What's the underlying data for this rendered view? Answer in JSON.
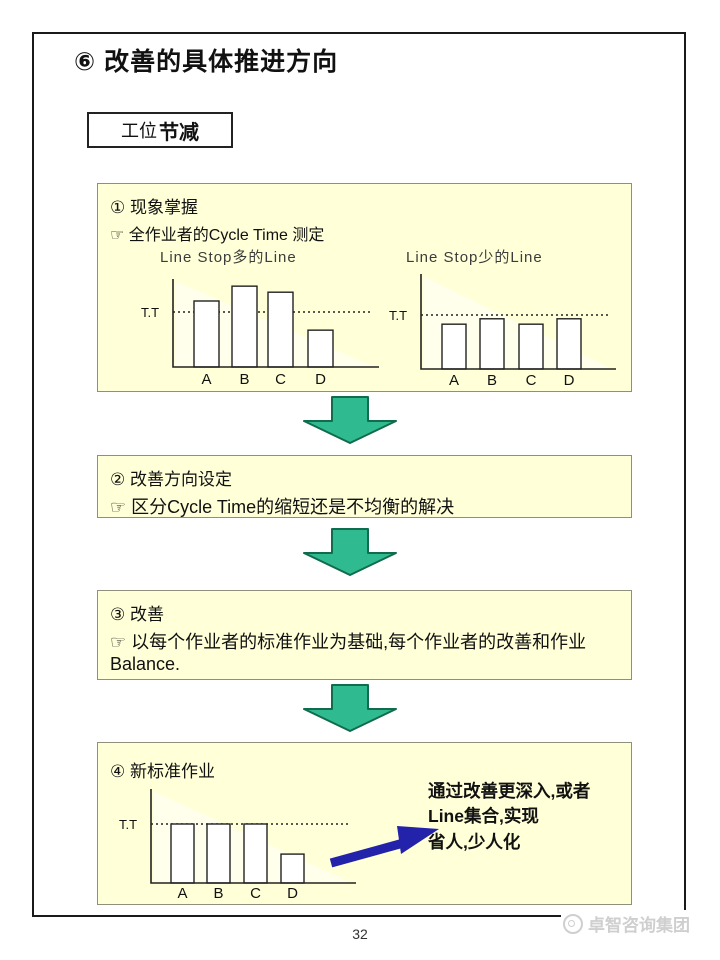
{
  "page": {
    "title": "⑥ 改善的具体推进方向",
    "page_number": "32",
    "watermark_text": "卓智咨询集团",
    "tag": {
      "regular": "工位",
      "bold": "节减"
    }
  },
  "steps": {
    "step1": {
      "heading": "① 现象掌握",
      "pointer": "☞ 全作业者的Cycle Time 测定"
    },
    "step2": {
      "heading": "② 改善方向设定",
      "pointer": "☞ 区分Cycle Time的缩短还是不均衡的解决"
    },
    "step3": {
      "heading": "③ 改善",
      "pointer_lines": [
        "☞ 以每个作业者的标准作业为基础,每个作业者的改善和作业",
        "Balance."
      ]
    },
    "step4": {
      "heading": "④ 新标准作业",
      "annotation_lines": [
        "通过改善更深入,或者",
        "Line集合,实现",
        "省人,少人化"
      ]
    }
  },
  "chart_data": [
    {
      "id": "chart-line-stop-many",
      "type": "bar",
      "title": "Line Stop多的Line",
      "categories": [
        "A",
        "B",
        "C",
        "D"
      ],
      "values": [
        120,
        147,
        136,
        67
      ],
      "unit": "% of takt time",
      "reference_line": {
        "label": "T.T",
        "value": 100
      },
      "xlabel": "",
      "ylabel": "",
      "grid": false,
      "legend": "none"
    },
    {
      "id": "chart-line-stop-few",
      "type": "bar",
      "title": "Line Stop少的Line",
      "categories": [
        "A",
        "B",
        "C",
        "D"
      ],
      "values": [
        83,
        93,
        83,
        93
      ],
      "unit": "% of takt time",
      "reference_line": {
        "label": "T.T",
        "value": 100
      },
      "xlabel": "",
      "ylabel": "",
      "grid": false,
      "legend": "none"
    },
    {
      "id": "chart-new-standard-work",
      "type": "bar",
      "title": "",
      "categories": [
        "A",
        "B",
        "C",
        "D"
      ],
      "values": [
        100,
        100,
        100,
        49
      ],
      "unit": "% of takt time",
      "reference_line": {
        "label": "T.T",
        "value": 100
      },
      "xlabel": "",
      "ylabel": "",
      "grid": false,
      "legend": "none"
    }
  ],
  "icons": {
    "pointer_icon": "☞",
    "down_arrow_icon": "green block arrow pointing down",
    "improvement_arrow_icon": "blue diagonal arrow pointing up-right",
    "watermark_logo_icon": "gray circle outline"
  },
  "colors": {
    "box_bg": "#FFFFD8",
    "box_border": "#8f8f7c",
    "arrow_fill": "#2FBA90",
    "arrow_stroke": "#116b4d",
    "blue_arrow": "#2222AA",
    "frame": "#1a1a1a",
    "watermark": "#cfcfcf"
  }
}
